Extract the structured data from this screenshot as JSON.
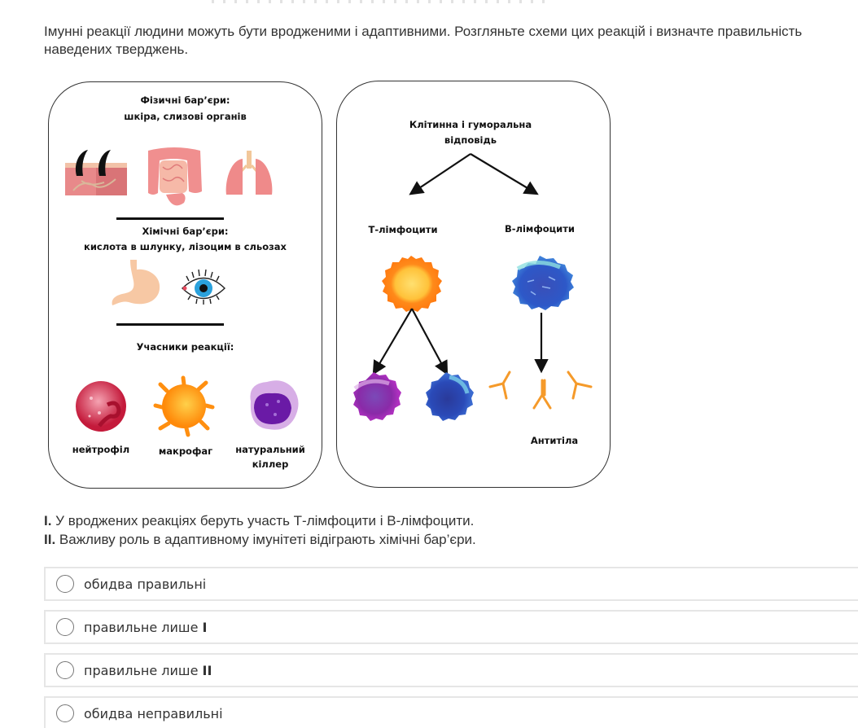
{
  "question": {
    "text": "Імунні реакції людини можуть бути вродженими і адаптивними. Розгляньте схеми цих реакцій і визначте правильність наведених тверджень."
  },
  "figure": {
    "left_panel": {
      "physical_title": "Фізичні бар’єри:",
      "physical_subtitle": "шкіра, слизові органів",
      "chemical_title": "Хімічні бар’єри:",
      "chemical_subtitle": "кислота в шлунку, лізоцим в сльозах",
      "participants_title": "Учасники реакції:",
      "cells": [
        {
          "label": "нейтрофіл"
        },
        {
          "label": "макрофаг"
        },
        {
          "label_line1": "натуральний",
          "label_line2": "кіллер"
        }
      ]
    },
    "right_panel": {
      "title_line1": "Клітинна і гуморальна",
      "title_line2": "відповідь",
      "t_cells": "Т-лімфоцити",
      "b_cells": "В-лімфоцити",
      "antibodies": "Антитіла"
    }
  },
  "statements": [
    {
      "num": "I.",
      "text": " У вроджених реакціях беруть участь Т-лімфоцити і В-лімфоцити."
    },
    {
      "num": "II.",
      "text": " Важливу роль в адаптивному імунітеті відіграють хімічні бар’єри."
    }
  ],
  "options": [
    {
      "text": "обидва правильні",
      "bold_suffix": ""
    },
    {
      "text": "правильне лише ",
      "bold_suffix": "I"
    },
    {
      "text": "правильне лише ",
      "bold_suffix": "II"
    },
    {
      "text": "обидва неправильні",
      "bold_suffix": ""
    }
  ],
  "colors": {
    "option_border": "#e6e6e6",
    "radio_border": "#777777",
    "text": "#333333"
  }
}
